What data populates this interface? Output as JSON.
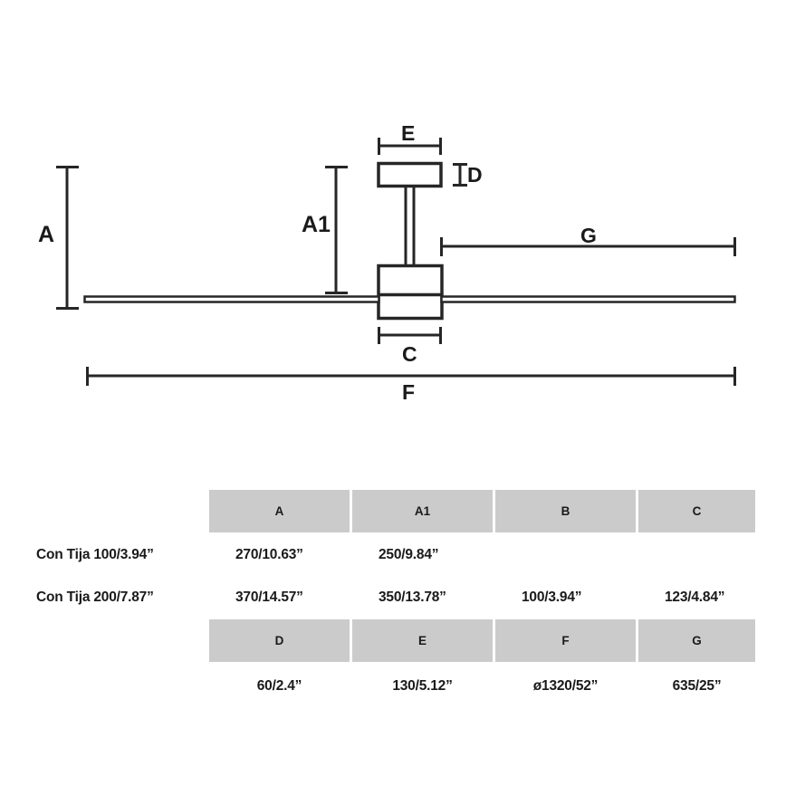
{
  "diagram": {
    "type": "ceiling-fan-dimension-drawing",
    "labels": [
      {
        "id": "A",
        "text": "A"
      },
      {
        "id": "A1",
        "text": "A1"
      },
      {
        "id": "C",
        "text": "C"
      },
      {
        "id": "D",
        "text": "D"
      },
      {
        "id": "E",
        "text": "E"
      },
      {
        "id": "F",
        "text": "F"
      },
      {
        "id": "G",
        "text": "G"
      }
    ]
  },
  "table": {
    "header_row_1": [
      "A",
      "A1",
      "B",
      "C"
    ],
    "header_row_2": [
      "D",
      "E",
      "F",
      "G"
    ],
    "rows": [
      {
        "label": "Con Tija 100/3.94”",
        "values": [
          "270/10.63”",
          "250/9.84”",
          "",
          ""
        ]
      },
      {
        "label": "Con Tija 200/7.87”",
        "values": [
          "370/14.57”",
          "350/13.78”",
          "100/3.94”",
          "123/4.84”"
        ]
      }
    ],
    "bottom_values": [
      "60/2.4”",
      "130/5.12”",
      "ø1320/52”",
      "635/25”"
    ],
    "header_bg": "#cbcbcb",
    "text_color": "#1a1a1a"
  }
}
